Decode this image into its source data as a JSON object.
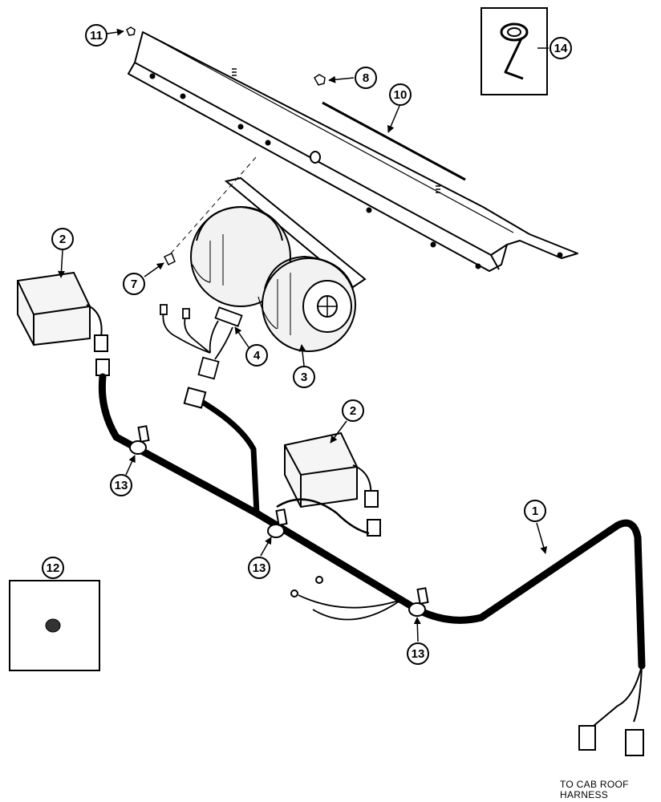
{
  "callouts": [
    {
      "id": "c11",
      "label": "11"
    },
    {
      "id": "c8",
      "label": "8"
    },
    {
      "id": "c10",
      "label": "10"
    },
    {
      "id": "c14",
      "label": "14"
    },
    {
      "id": "c2a",
      "label": "2"
    },
    {
      "id": "c7",
      "label": "7"
    },
    {
      "id": "c4",
      "label": "4"
    },
    {
      "id": "c3",
      "label": "3"
    },
    {
      "id": "c2b",
      "label": "2"
    },
    {
      "id": "c13a",
      "label": "13"
    },
    {
      "id": "c1",
      "label": "1"
    },
    {
      "id": "c12",
      "label": "12"
    },
    {
      "id": "c13b",
      "label": "13"
    },
    {
      "id": "c13c",
      "label": "13"
    }
  ],
  "caption": {
    "line1": "TO CAB ROOF",
    "line2": "HARNESS"
  }
}
